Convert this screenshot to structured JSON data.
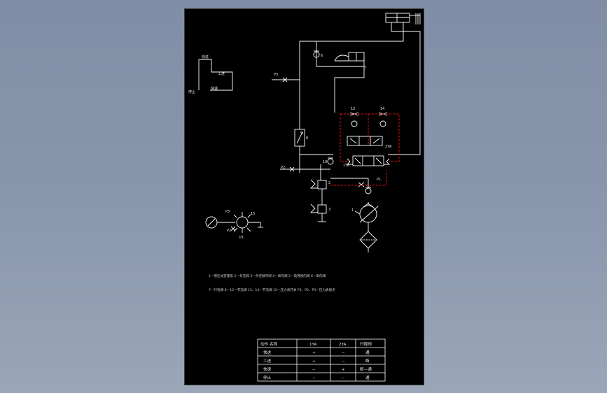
{
  "colors": {
    "background": "#8a98ae",
    "sheet": "#000000",
    "line": "#ffffff",
    "circuit_highlight": "#e01010"
  },
  "cycle_chart": {
    "fast_forward": "快进",
    "work_feed": "工进",
    "fast_return": "快退",
    "stop": "停止"
  },
  "component_labels": {
    "comp_6": "6",
    "comp_7": "7",
    "comp_8": "8",
    "comp_10": "10",
    "comp_12": "12",
    "comp_14": "14",
    "comp_2": "2",
    "comp_3": "3",
    "comp_1": "1",
    "p3": "P3",
    "p2": "P2",
    "p1": "P1",
    "sol_1ya": "1YA",
    "sol_2ya": "2YA"
  },
  "gauge_labels": {
    "top": "P3",
    "right": "15",
    "left": "P2",
    "bottom": "P1"
  },
  "legend": {
    "line1": "1—限压式变量泵   2—背压阀   3—外控顺序阀   4—单向阀   5—电液换向阀   6—单向阀",
    "line2": "7—行程阀   8—12—节流阀   13、14—节流阀   15—压力表开关   P1、P2、P3—压力表接点"
  },
  "table": {
    "headers": [
      "动作 名称",
      "1YA",
      "2YA",
      "行程阀"
    ],
    "rows": [
      [
        "快进",
        "+",
        "−",
        "通"
      ],
      [
        "工进",
        "+",
        "−",
        "断"
      ],
      [
        "快退",
        "−",
        "+",
        "断—通"
      ],
      [
        "停止",
        "−",
        "−",
        "通"
      ]
    ]
  }
}
